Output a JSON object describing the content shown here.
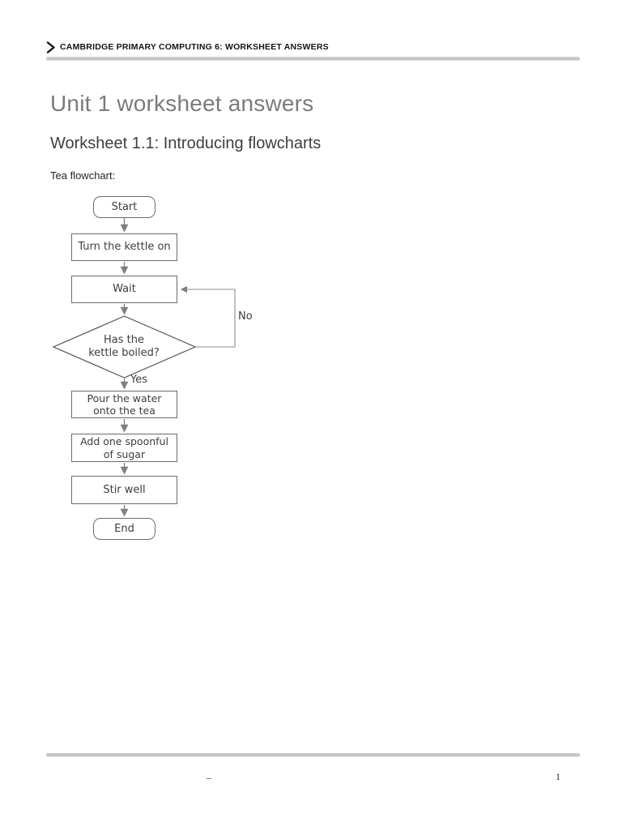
{
  "header": {
    "breadcrumb": "CAMBRIDGE PRIMARY COMPUTING 6: WORKSHEET ANSWERS"
  },
  "content": {
    "title": "Unit 1 worksheet answers",
    "section_title": "Worksheet 1.1: Introducing flowcharts",
    "intro": "Tea flowchart:"
  },
  "flowchart": {
    "nodes": {
      "start": "Start",
      "turn_kettle_on": "Turn the kettle on",
      "wait": "Wait",
      "decision": "Has the\nkettle boiled?",
      "pour_water": "Pour the water\nonto the tea",
      "add_sugar": "Add one spoonful\nof sugar",
      "stir_well": "Stir well",
      "end": "End"
    },
    "branch_labels": {
      "no": "No",
      "yes": "Yes"
    },
    "colors": {
      "line": "#7f7f7f",
      "border": "#6b6b6b",
      "text": "#3d3d3d"
    }
  },
  "footer": {
    "dash": "–",
    "page_number": "1"
  },
  "icons": {
    "chevron": "chevron-right"
  }
}
